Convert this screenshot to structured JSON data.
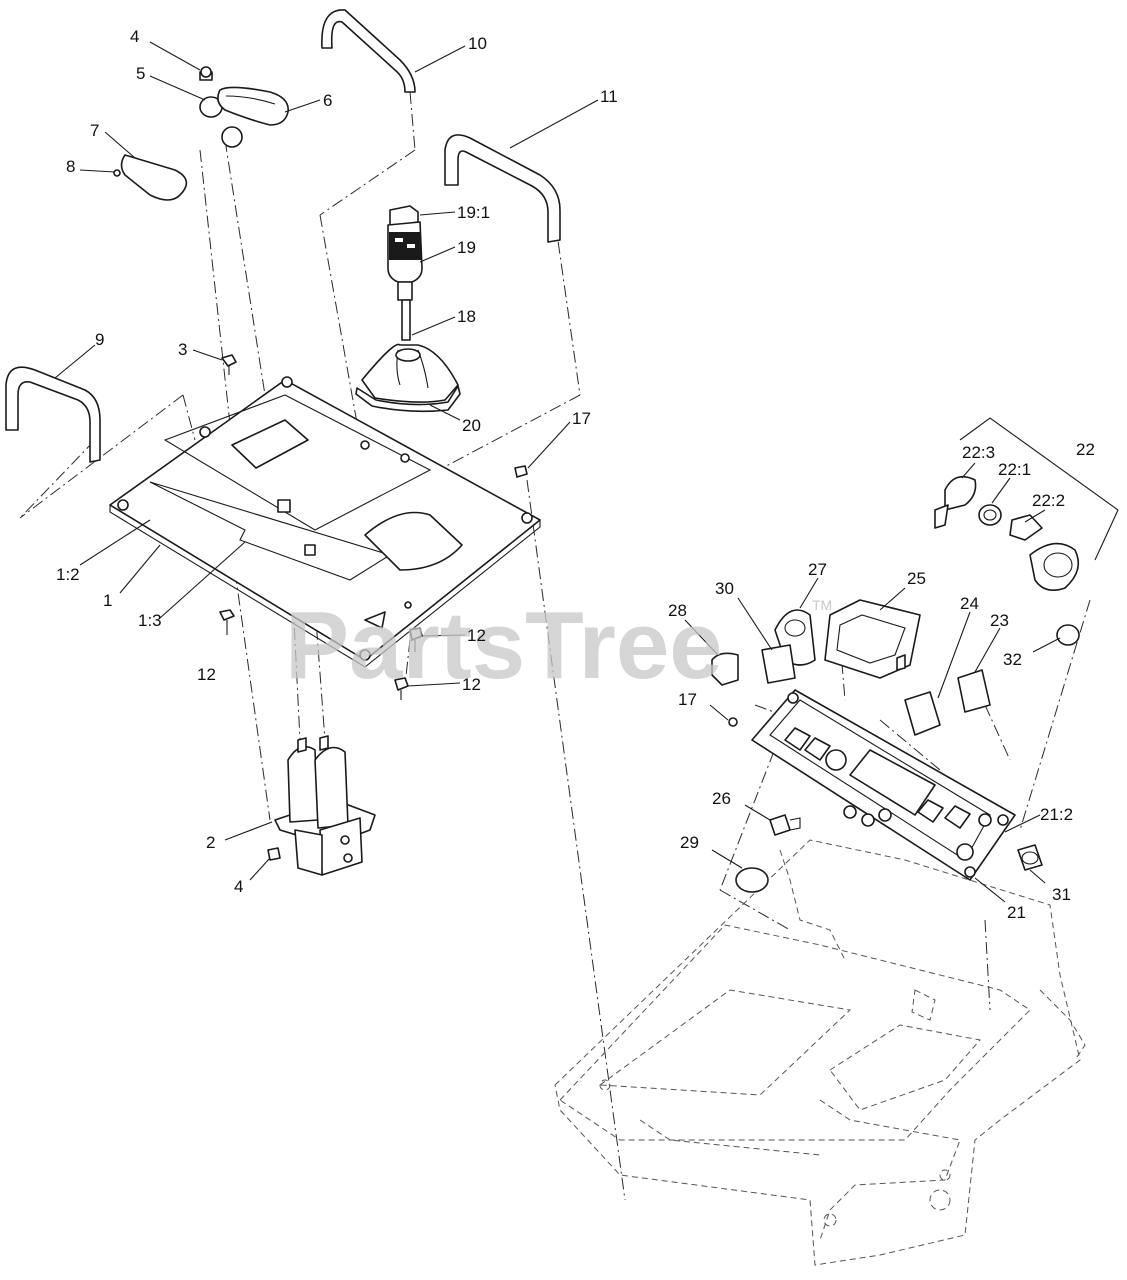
{
  "watermark": {
    "text": "PartsTree",
    "tm": "TM"
  },
  "callouts": [
    {
      "id": "c-4a",
      "label": "4"
    },
    {
      "id": "c-5",
      "label": "5"
    },
    {
      "id": "c-6",
      "label": "6"
    },
    {
      "id": "c-7",
      "label": "7"
    },
    {
      "id": "c-8",
      "label": "8"
    },
    {
      "id": "c-10",
      "label": "10"
    },
    {
      "id": "c-11",
      "label": "11"
    },
    {
      "id": "c-19-1",
      "label": "19:1"
    },
    {
      "id": "c-19",
      "label": "19"
    },
    {
      "id": "c-18",
      "label": "18"
    },
    {
      "id": "c-9",
      "label": "9"
    },
    {
      "id": "c-3",
      "label": "3"
    },
    {
      "id": "c-20",
      "label": "20"
    },
    {
      "id": "c-17a",
      "label": "17"
    },
    {
      "id": "c-1-2",
      "label": "1:2"
    },
    {
      "id": "c-1",
      "label": "1"
    },
    {
      "id": "c-1-3",
      "label": "1:3"
    },
    {
      "id": "c-12a",
      "label": "12"
    },
    {
      "id": "c-12b",
      "label": "12"
    },
    {
      "id": "c-12c",
      "label": "12"
    },
    {
      "id": "c-2",
      "label": "2"
    },
    {
      "id": "c-4b",
      "label": "4"
    },
    {
      "id": "c-22",
      "label": "22"
    },
    {
      "id": "c-22-3",
      "label": "22:3"
    },
    {
      "id": "c-22-1",
      "label": "22:1"
    },
    {
      "id": "c-22-2",
      "label": "22:2"
    },
    {
      "id": "c-27",
      "label": "27"
    },
    {
      "id": "c-25",
      "label": "25"
    },
    {
      "id": "c-30",
      "label": "30"
    },
    {
      "id": "c-28",
      "label": "28"
    },
    {
      "id": "c-24",
      "label": "24"
    },
    {
      "id": "c-23",
      "label": "23"
    },
    {
      "id": "c-32",
      "label": "32"
    },
    {
      "id": "c-17b",
      "label": "17"
    },
    {
      "id": "c-26",
      "label": "26"
    },
    {
      "id": "c-21-2",
      "label": "21:2"
    },
    {
      "id": "c-29",
      "label": "29"
    },
    {
      "id": "c-31",
      "label": "31"
    },
    {
      "id": "c-21",
      "label": "21"
    }
  ]
}
